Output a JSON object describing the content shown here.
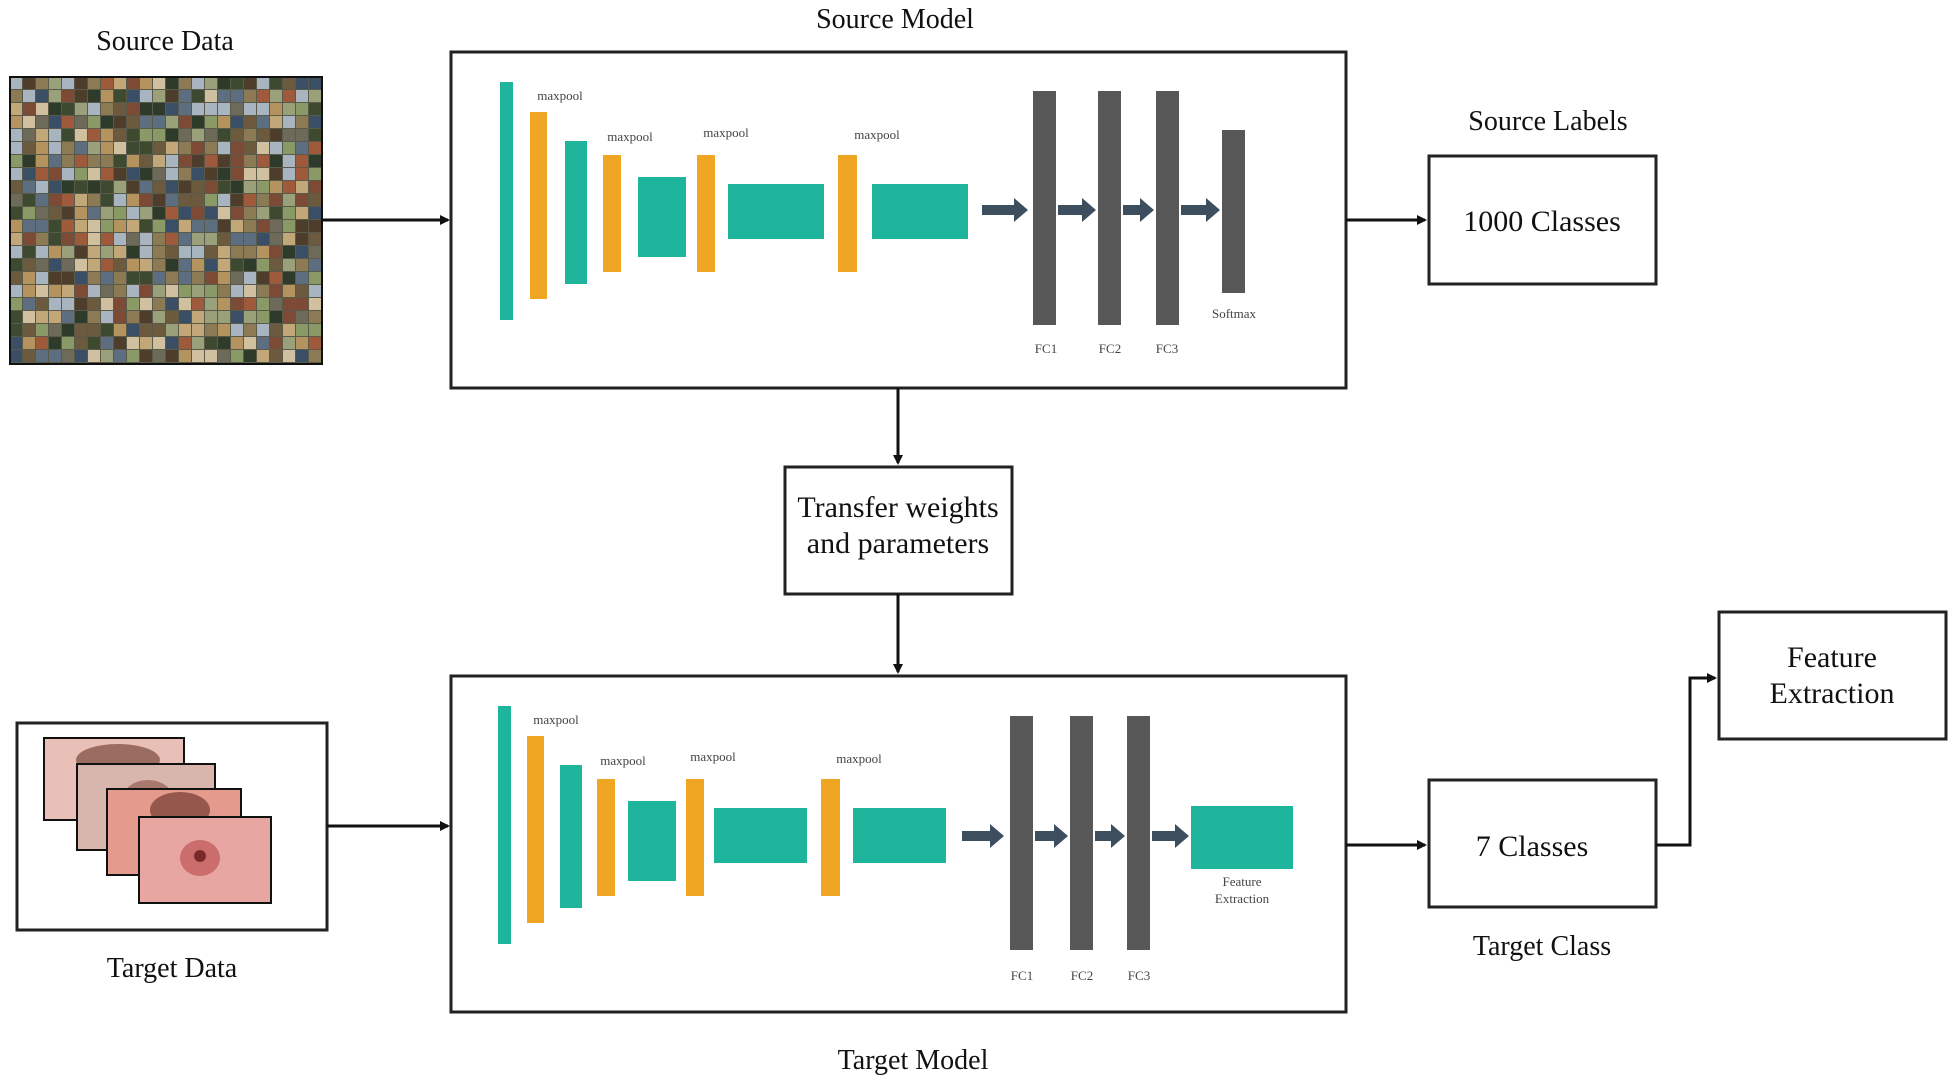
{
  "source_data": {
    "label": "Source Data",
    "image": "imagenet-mosaic"
  },
  "source_model": {
    "title": "Source Model",
    "maxpool_labels": [
      "maxpool",
      "maxpool",
      "maxpool",
      "maxpool"
    ],
    "fc_labels": [
      "FC1",
      "FC2",
      "FC3"
    ],
    "output_layer_label": "Softmax"
  },
  "source_labels": {
    "heading": "Source Labels",
    "box_text": "1000 Classes"
  },
  "transfer": {
    "line1": "Transfer weights",
    "line2": "and parameters"
  },
  "target_data": {
    "label": "Target Data",
    "image": "skin-lesion-stack"
  },
  "target_model": {
    "title": "Target Model",
    "maxpool_labels": [
      "maxpool",
      "maxpool",
      "maxpool",
      "maxpool"
    ],
    "fc_labels": [
      "FC1",
      "FC2",
      "FC3"
    ],
    "output_layer_line1": "Feature",
    "output_layer_line2": "Extraction"
  },
  "target_class": {
    "box_text": "7 Classes",
    "caption": "Target Class"
  },
  "feature_extraction": {
    "line1": "Feature",
    "line2": "Extraction"
  },
  "colors": {
    "conv": "#1fb59c",
    "pool": "#f0a623",
    "fc": "#575757",
    "arrow_block": "#3d4f5f",
    "outline": "#222222"
  }
}
